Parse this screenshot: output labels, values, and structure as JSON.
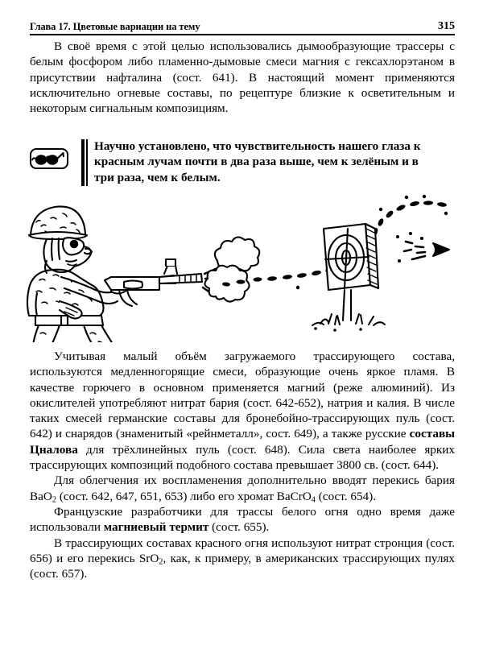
{
  "page": {
    "running_head": "Глава 17. Цветовые вариации на тему",
    "page_number": "315"
  },
  "paragraphs": {
    "p1_line1": "В своё время с этой целью использовались дымообразующие",
    "p1_line2": "трассеры с белым фосфором либо пламенно-дымовые смеси магния",
    "p1_line3": "с гексахлорэтаном в присутствии нафталина (сост. 641). В настоя-",
    "p1_line4": "щий момент применяются исключительно огневые составы, по ре-",
    "p1_line5": "цептуре близкие к осветительным и некоторым сигнальным компо-",
    "p1_line6": "зициям.",
    "p1_full": "В своё время с этой целью использовались дымообразующие трассеры с белым фосфором либо пламенно-дымовые смеси магния с гексахлорэтаном в присутствии нафталина (сост. 641). В настоящий момент применяются исключительно огневые составы, по рецептуре близкие к осветительным и некоторым сигнальным композициям."
  },
  "callout": {
    "icon": "sunglasses-icon",
    "line1": "Научно установлено, что чувствительность нашего глаза к",
    "line2": "красным   лучам почти в два раза выше, чем к зелёным и в",
    "line3": "три раза, чем к белым.",
    "full_text": "Научно установлено, что чувствительность нашего глаза к красным лучам почти в два раза выше, чем к зелёным и в три раза, чем к белым."
  },
  "illustration": {
    "caption": "",
    "elements": [
      "soldier-figure",
      "helmet",
      "rifle",
      "muzzle-flash",
      "smoke-puffs",
      "tracer-trajectory",
      "target-board",
      "target-post",
      "grass-tufts",
      "bullet"
    ]
  },
  "lower": {
    "p2_a": "Учитывая малый объём загружаемого трассирующего состава, используются медленногорящие смеси, образующие очень яркое пламя. В качестве горючего в основном применяется магний (реже алюминий). Из окислителей употребляют нитрат бария (сост. 642-652), натрия и калия. В числе таких смесей германские составы для бронебойно-трассирующих пуль (сост. 642) и снарядов (знаменитый «рейнметалл», сост. 649), а также русские ",
    "p2_bold": "составы Цналова",
    "p2_b": " для трёхлинейных пуль (сост. 648). Сила света наиболее ярких трассирующих композиций подобного состава превышает 3800 св. (сост. 644).",
    "p3_a": "Для облегчения их воспламенения дополнительно вводят перекись бария BaO",
    "p3_sub1": "2",
    "p3_b": " (сост. 642, 647, 651, 653)  либо его хромат BaCrO",
    "p3_sub2": "4",
    "p3_c": " (сост. 654).",
    "p4_a": "Французские разработчики для трассы белого огня одно время даже использовали ",
    "p4_bold": "магниевый термит",
    "p4_b": " (сост. 655).",
    "p5_a": "В трассирующих  составах красного огня используют нитрат стронция (сост. 656) и его перекись SrO",
    "p5_sub": "2",
    "p5_b": ", как, к примеру, в американских трассирующих пулях (сост. 657)."
  },
  "colors": {
    "ink": "#000000",
    "paper": "#ffffff"
  }
}
